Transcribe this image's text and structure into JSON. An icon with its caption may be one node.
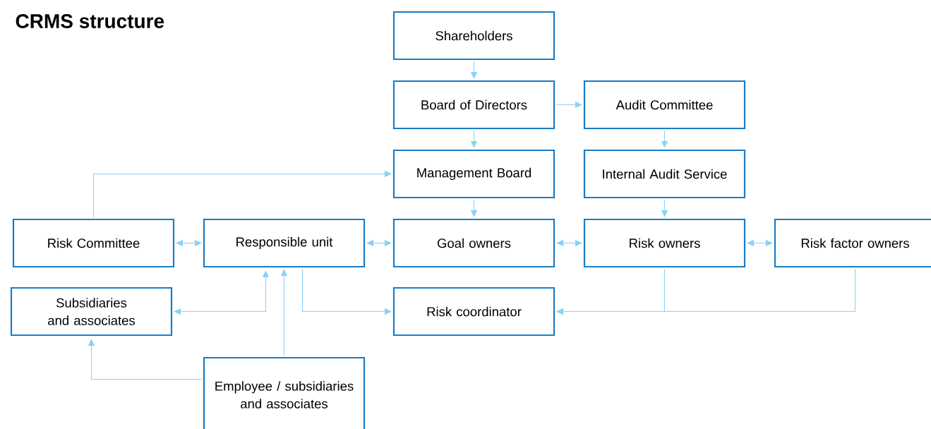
{
  "diagram": {
    "title": "CRMS structure",
    "nodes": [
      {
        "text": [
          "Shareholders"
        ]
      },
      {
        "text": [
          "Board of Directors"
        ]
      },
      {
        "text": [
          "Audit Committee"
        ]
      },
      {
        "text": [
          "Management Board"
        ]
      },
      {
        "text": [
          "Internal Audit Service"
        ]
      },
      {
        "text": [
          "Risk Committee"
        ]
      },
      {
        "text": [
          "Responsible unit"
        ]
      },
      {
        "text": [
          "Goal owners"
        ]
      },
      {
        "text": [
          "Risk owners"
        ]
      },
      {
        "text": [
          "Risk factor owners"
        ]
      },
      {
        "text": [
          "Subsidiaries and associates"
        ]
      },
      {
        "text": [
          "Risk coordinator"
        ]
      },
      {
        "text": [
          "Employee / subsidiaries and associates"
        ]
      }
    ],
    "edges": [
      {
        "from": 0,
        "to": 1,
        "arrow": "to"
      },
      {
        "from": 1,
        "to": 2,
        "arrow": "to"
      },
      {
        "from": 1,
        "to": 3,
        "arrow": "to"
      },
      {
        "from": 2,
        "to": 4,
        "arrow": "to"
      },
      {
        "from": 3,
        "to": 7,
        "arrow": "to"
      },
      {
        "from": 4,
        "to": 8,
        "arrow": "to"
      },
      {
        "from": 5,
        "to": 3,
        "arrow": "to"
      },
      {
        "from": 5,
        "to": 6,
        "arrow": "both"
      },
      {
        "from": 6,
        "to": 7,
        "arrow": "both"
      },
      {
        "from": 7,
        "to": 8,
        "arrow": "both"
      },
      {
        "from": 8,
        "to": 9,
        "arrow": "both"
      },
      {
        "from": 6,
        "to": 11,
        "arrow": "to"
      },
      {
        "from": 9,
        "to": 11,
        "arrow": "to"
      },
      {
        "from": 8,
        "to": 11,
        "arrow": "to"
      },
      {
        "from": 10,
        "to": 6,
        "arrow": "both"
      },
      {
        "from": 12,
        "to": 6,
        "arrow": "to"
      },
      {
        "from": 12,
        "to": 10,
        "arrow": "to"
      }
    ]
  }
}
